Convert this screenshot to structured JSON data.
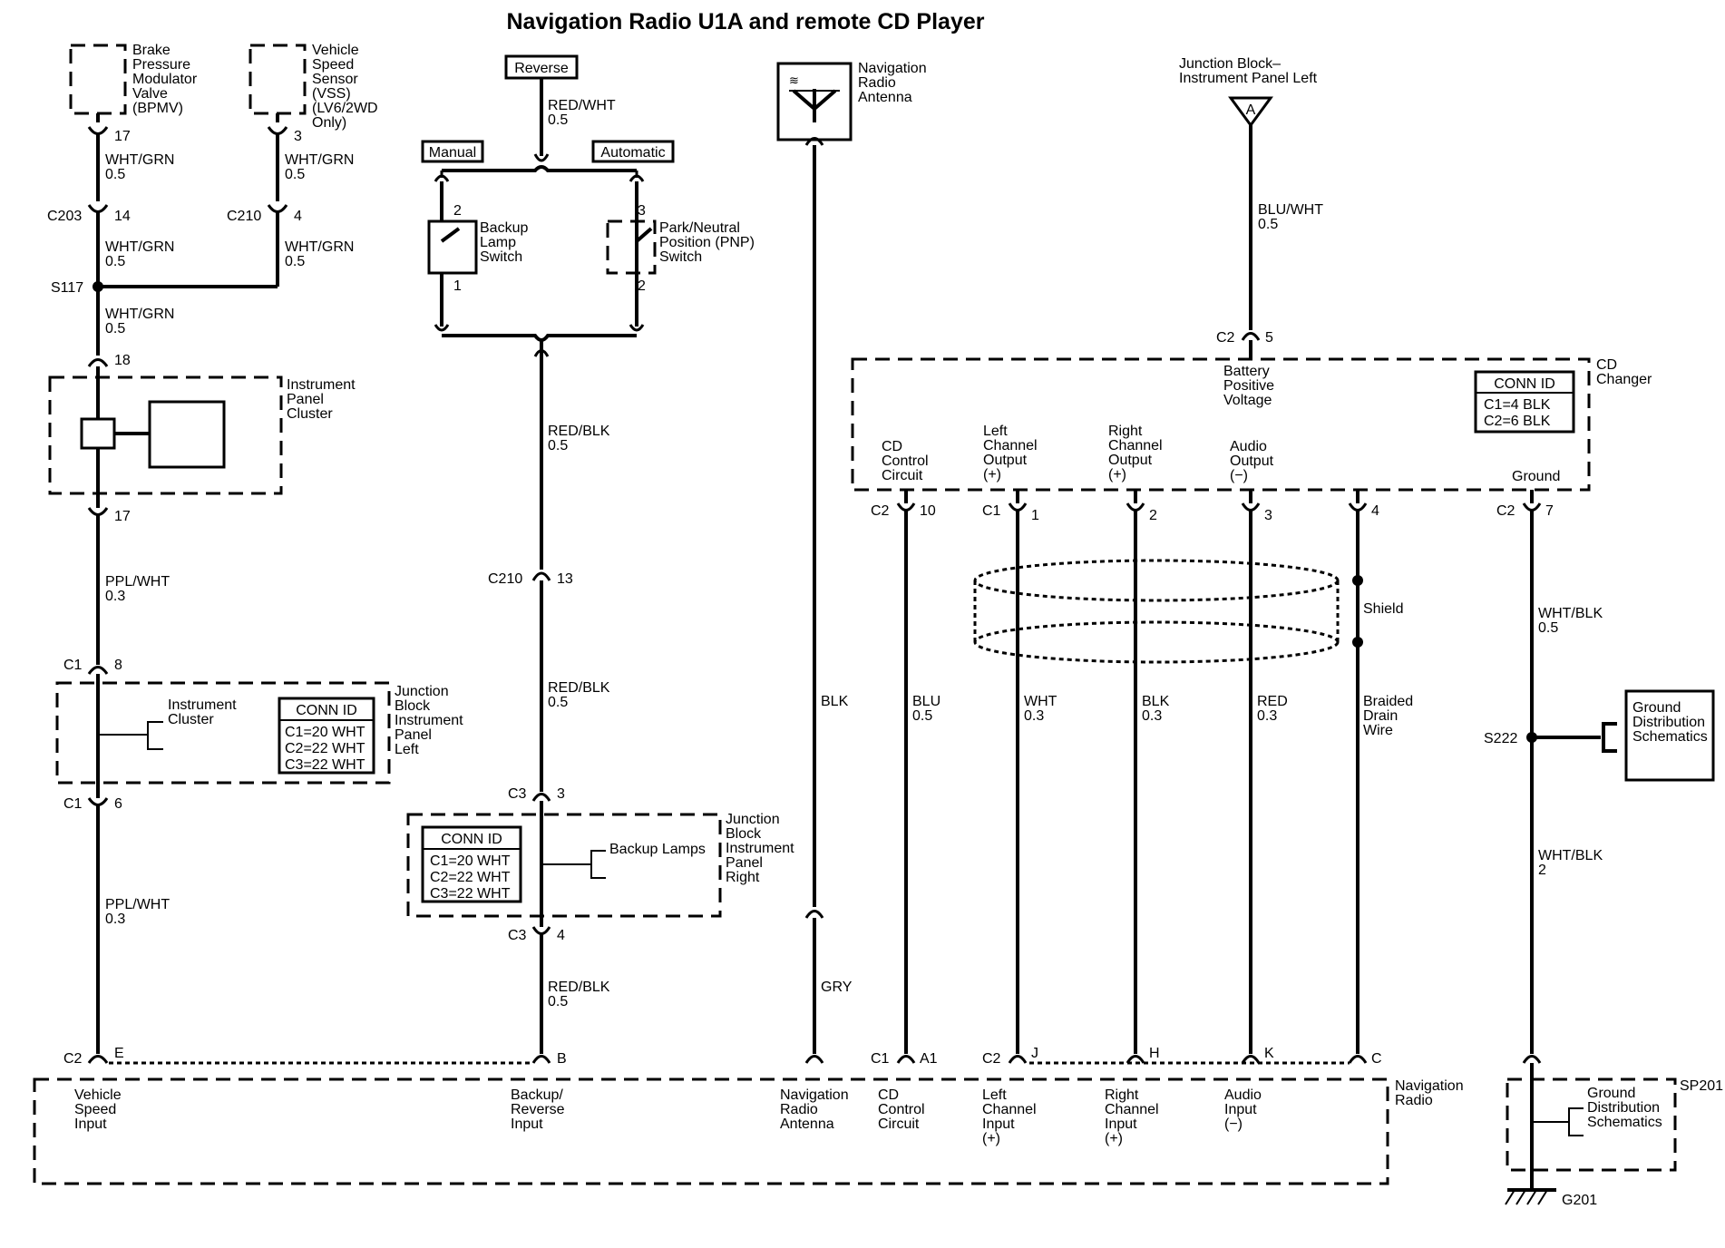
{
  "title": "Navigation Radio U1A and remote CD Player",
  "components": {
    "bpmv": [
      "Brake",
      "Pressure",
      "Modulator",
      "Valve",
      "(BPMV)"
    ],
    "vss": [
      "Vehicle",
      "Speed",
      "Sensor",
      "(VSS)",
      "(LV6/2WD",
      "Only)"
    ],
    "reverse": "Reverse",
    "manual": "Manual",
    "automatic": "Automatic",
    "backup_lamp_switch": [
      "Backup",
      "Lamp",
      "Switch"
    ],
    "pnp_switch": [
      "Park/Neutral",
      "Position (PNP)",
      "Switch"
    ],
    "nav_antenna": [
      "Navigation",
      "Radio",
      "Antenna"
    ],
    "junction_block_ip_left_top": [
      "Junction Block–",
      "Instrument Panel Left"
    ],
    "junction_a": "A",
    "instrument_panel_cluster": [
      "Instrument",
      "Panel",
      "Cluster"
    ],
    "instrument_cluster": [
      "Instrument",
      "Cluster"
    ],
    "junction_block_ip_left": [
      "Junction",
      "Block",
      "Instrument",
      "Panel",
      "Left"
    ],
    "backup_lamps": "Backup Lamps",
    "junction_block_ip_right": [
      "Junction",
      "Block",
      "Instrument",
      "Panel",
      "Right"
    ],
    "cd_changer": [
      "CD",
      "Changer"
    ],
    "battery_positive": [
      "Battery",
      "Positive",
      "Voltage"
    ],
    "cd_control_circuit": [
      "CD",
      "Control",
      "Circuit"
    ],
    "left_channel_output": [
      "Left",
      "Channel",
      "Output",
      "(+)"
    ],
    "right_channel_output": [
      "Right",
      "Channel",
      "Output",
      "(+)"
    ],
    "audio_output": [
      "Audio",
      "Output",
      "(−)"
    ],
    "ground": "Ground",
    "shield": "Shield",
    "braided_drain_wire": [
      "Braided",
      "Drain",
      "Wire"
    ],
    "ground_dist_right": [
      "Ground",
      "Distribution",
      "Schematics"
    ],
    "navigation_radio": [
      "Navigation",
      "Radio"
    ],
    "vehicle_speed_input": [
      "Vehicle",
      "Speed",
      "Input"
    ],
    "backup_reverse_input": [
      "Backup/",
      "Reverse",
      "Input"
    ],
    "nav_radio_antenna": [
      "Navigation",
      "Radio",
      "Antenna"
    ],
    "left_channel_input": [
      "Left",
      "Channel",
      "Input",
      "(+)"
    ],
    "right_channel_input": [
      "Right",
      "Channel",
      "Input",
      "(+)"
    ],
    "audio_input": [
      "Audio",
      "Input",
      "(−)"
    ],
    "ground_dist_bottom": [
      "Ground",
      "Distribution",
      "Schematics"
    ],
    "sp201": "SP201",
    "g201": "G201"
  },
  "conn_ids": {
    "ip_left": {
      "header": "CONN ID",
      "rows": [
        "C1=20 WHT",
        "C2=22 WHT",
        "C3=22 WHT"
      ]
    },
    "ip_right": {
      "header": "CONN ID",
      "rows": [
        "C1=20 WHT",
        "C2=22 WHT",
        "C3=22 WHT"
      ]
    },
    "cd_changer": {
      "header": "CONN ID",
      "rows": [
        "C1=4 BLK",
        "C2=6 BLK"
      ]
    }
  },
  "wires": {
    "bpmv_out": [
      "WHT/GRN",
      "0.5"
    ],
    "vss_out": [
      "WHT/GRN",
      "0.5"
    ],
    "c203_s117": [
      "WHT/GRN",
      "0.5"
    ],
    "c210_s117": [
      "WHT/GRN",
      "0.5"
    ],
    "s117_cluster": [
      "WHT/GRN",
      "0.5"
    ],
    "cluster_c1": [
      "PPL/WHT",
      "0.3"
    ],
    "c1_radio": [
      "PPL/WHT",
      "0.3"
    ],
    "reverse_out": [
      "RED/WHT",
      "0.5"
    ],
    "switch_c210": [
      "RED/BLK",
      "0.5"
    ],
    "c210_c3": [
      "RED/BLK",
      "0.5"
    ],
    "c3_radio": [
      "RED/BLK",
      "0.5"
    ],
    "antenna_top": "BLK",
    "antenna_bottom": "GRY",
    "battery": [
      "BLU/WHT",
      "0.5"
    ],
    "cd_control": [
      "BLU",
      "0.5"
    ],
    "left_channel": [
      "WHT",
      "0.3"
    ],
    "right_channel": [
      "BLK",
      "0.3"
    ],
    "audio": [
      "RED",
      "0.3"
    ],
    "ground_upper": [
      "WHT/BLK",
      "0.5"
    ],
    "ground_lower": [
      "WHT/BLK",
      "2"
    ]
  },
  "splices": {
    "s117": "S117",
    "s222": "S222"
  },
  "pins": {
    "bpmv": "17",
    "vss": "3",
    "c203": "C203",
    "c203_pin": "14",
    "c210_top": "C210",
    "c210_top_pin": "4",
    "cluster_in": "18",
    "cluster_out": "17",
    "c1_8": "C1",
    "c1_8_pin": "8",
    "c1_6": "C1",
    "c1_6_pin": "6",
    "c2_e": "C2",
    "c2_e_pin": "E",
    "b_pin": "B",
    "bls_top": "2",
    "bls_bot": "1",
    "pnp_top": "3",
    "pnp_bot": "2",
    "c210_mid": "C210",
    "c210_mid_pin": "13",
    "c3_3": "C3",
    "c3_3_pin": "3",
    "c3_4": "C3",
    "c3_4_pin": "4",
    "c2_5": "C2",
    "c2_5_pin": "5",
    "c2_10": "C2",
    "c2_10_pin": "10",
    "c1_1": "C1",
    "c1_1_pin": "1",
    "pin_2": "2",
    "pin_3": "3",
    "pin_4": "4",
    "c2_7": "C2",
    "c2_7_pin": "7",
    "c1_a1": "C1",
    "c1_a1_pin": "A1",
    "c2_j": "C2",
    "c2_j_pin": "J",
    "h_pin": "H",
    "k_pin": "K",
    "c_pin": "C"
  }
}
